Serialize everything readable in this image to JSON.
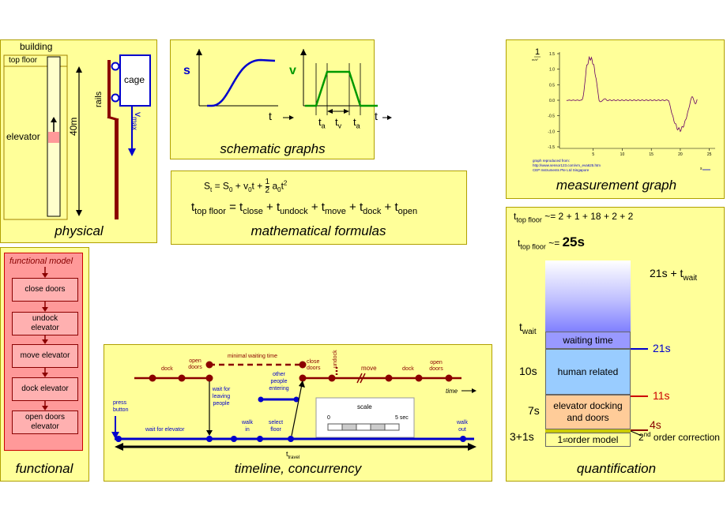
{
  "physical": {
    "building": "building",
    "top_floor": "top floor",
    "elevator": "elevator",
    "height": "40m",
    "rails": "rails",
    "cage": "cage",
    "vmax": "v",
    "vmax_sub": "max",
    "caption": "physical"
  },
  "schematic": {
    "s": "s",
    "v": "v",
    "t": "t",
    "ta": "t",
    "ta_sub": "a",
    "tv": "t",
    "tv_sub": "v",
    "caption": "schematic graphs"
  },
  "formulas": {
    "line1": "S",
    "line1_sub": "t",
    "line1_mid": " = S",
    "line1_sub0": "0",
    "line1_mid2": " + v",
    "line1_sub1": "0",
    "line1_mid3": "t + ",
    "frac_num": "1",
    "frac_den": "2",
    "line1_mid4": " a",
    "line1_sub2": "0",
    "line1_end": "t",
    "line1_sup": "2",
    "line2_terms": [
      {
        "base": "t",
        "sub": "top floor",
        "op": " = "
      },
      {
        "base": "t",
        "sub": "close",
        "op": " + "
      },
      {
        "base": "t",
        "sub": "undock",
        "op": " + "
      },
      {
        "base": "t",
        "sub": "move",
        "op": " + "
      },
      {
        "base": "t",
        "sub": "dock",
        "op": " + "
      },
      {
        "base": "t",
        "sub": "open",
        "op": ""
      }
    ],
    "caption": "mathematical formulas"
  },
  "measurement": {
    "unit_num": "1",
    "unit_den": "m/s²",
    "yticks": [
      "1.5",
      "1.0",
      "0.5",
      "0.0",
      "-0.5",
      "-1.0",
      "-1.5"
    ],
    "xticks": [
      "5",
      "10",
      "15",
      "20",
      "25"
    ],
    "credit1": "graph reproduced from:",
    "credit2": "http://www.sensor123.com/vm_eva625.htm",
    "credit3": "CEP Instruments Pte Ltd Singapore",
    "xlabel": "s",
    "caption": "measurement graph"
  },
  "functional": {
    "title": "functional model",
    "steps": [
      "close doors",
      "undock elevator",
      "move elevator",
      "dock elevator",
      "open doors elevator"
    ],
    "caption": "functional"
  },
  "timeline": {
    "top_labels": [
      "dock",
      "open doors",
      "minimal waiting time",
      "close doors",
      "undock",
      "move",
      "dock",
      "open doors"
    ],
    "time": "time",
    "press_button": "press button",
    "wait_for_elevator": "wait for elevator",
    "wait_for_leaving": "wait for leaving people",
    "walk_in": "walk in",
    "select_floor": "select floor",
    "other_people": "other people entering",
    "walk_out": "walk out",
    "scale": "scale",
    "scale_0": "0",
    "scale_5": "5 sec",
    "ttravel": "t",
    "ttravel_sub": "travel",
    "caption": "timeline, concurrency"
  },
  "quantification": {
    "line1_pre": "t",
    "line1_sub": "top floor",
    "line1_post": " ~= 2 + 1 + 18 + 2 + 2",
    "line2_pre": "t",
    "line2_sub": "top floor",
    "line2_mid": " ~= ",
    "line2_val": "25s",
    "wait_label": "21s + t",
    "wait_label_sub": "wait",
    "twait": "t",
    "twait_sub": "wait",
    "waiting_time": "waiting time",
    "human_related": "human related",
    "elevator_docking": "elevator docking and doors",
    "first_order": "1",
    "first_order_sup": "st",
    "first_order_post": " order model",
    "left_10s": "10s",
    "left_7s": "7s",
    "left_3p1s": "3+1s",
    "mark_21": "21s",
    "mark_11": "11s",
    "mark_4": "4s",
    "second_order": "2",
    "second_order_sup": "nd",
    "second_order_post": " order correction",
    "caption": "quantification",
    "colors": {
      "blue": "#0000cc",
      "red": "#cc0000",
      "darkred": "#880000"
    }
  }
}
